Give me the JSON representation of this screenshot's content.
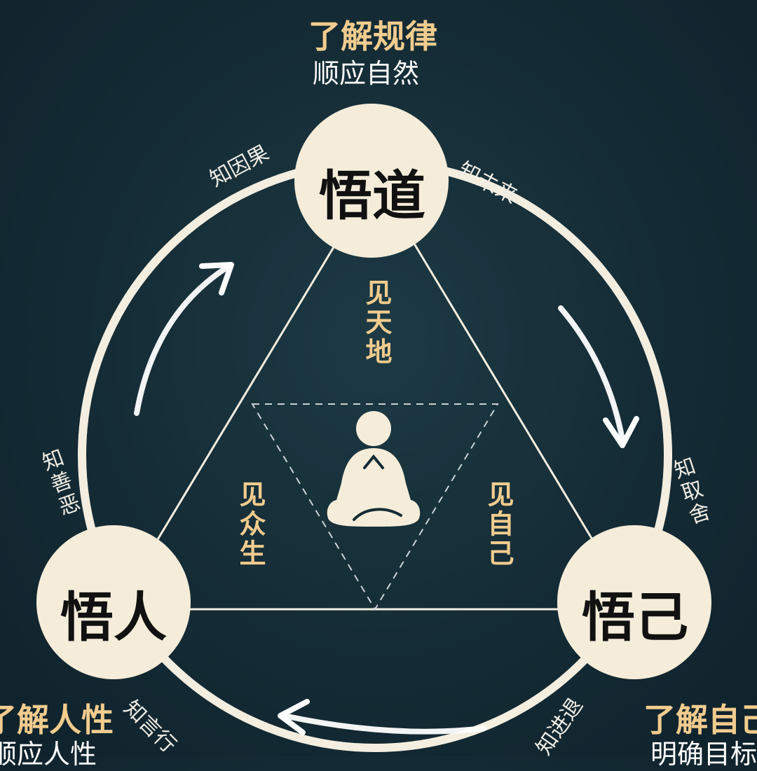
{
  "top": {
    "title": "了解规律",
    "subtitle": "顺应自然"
  },
  "bottom_left": {
    "title": "了解人性",
    "subtitle": "顺应人性"
  },
  "bottom_right": {
    "title": "了解自己",
    "subtitle": "明确目标"
  },
  "nodes": {
    "top": "悟道",
    "left": "悟人",
    "right": "悟己"
  },
  "arc_labels": {
    "top_left": "知因果",
    "top_right": "知未来",
    "left": "知善恶",
    "right": "知取舍",
    "bottom_left": "知言行",
    "bottom_right": "知进退"
  },
  "inner_labels": {
    "top": "见天地",
    "left": "见众生",
    "right": "见自己"
  },
  "colors": {
    "background": "#142b35",
    "ring": "#f3eee0",
    "node_fill": "#f5edda",
    "accent_text": "#f2cc8e"
  },
  "icons": {
    "center": "meditating-figure-icon"
  }
}
